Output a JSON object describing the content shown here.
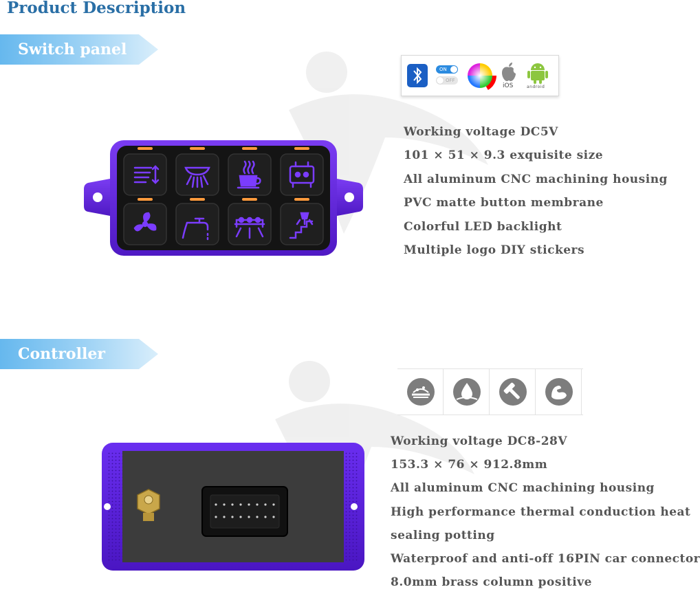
{
  "header": {
    "title": "Product Description"
  },
  "sections": [
    {
      "banner": "Switch panel",
      "specs": [
        "Working voltage DC5V",
        "101 × 51 × 9.3 exquisite size",
        "All aluminum CNC machining housing",
        "PVC matte button membrane",
        "Colorful LED backlight",
        "Multiple logo DIY stickers"
      ],
      "app_badges": {
        "toggle_on": "ON",
        "toggle_off": "OFF",
        "ios_label": "iOS",
        "android_label": "android"
      },
      "button_icons": [
        "lift-arrows-icon",
        "dome-light-icon",
        "coffee-cup-icon",
        "compressor-icon",
        "fan-icon",
        "faucet-icon",
        "light-bar-icon",
        "stair-light-icon"
      ]
    },
    {
      "banner": "Controller",
      "specs": [
        "Working voltage DC8-28V",
        "153.3 × 76 × 912.8mm",
        "All aluminum CNC machining housing",
        "High performance thermal conduction heat",
        "sealing potting",
        "Waterproof and anti-off 16PIN car connector",
        "8.0mm brass column positive"
      ],
      "feature_icons": [
        "dustproof-icon",
        "waterproof-icon",
        "hammer-icon",
        "durable-icon"
      ]
    }
  ],
  "colors": {
    "title": "#2a6fa6",
    "banner": "#66b8ee",
    "housing": "#5b1fd6",
    "backlight": "#7b3cff",
    "indicator": "#ff9a3c",
    "spec_text": "#555555"
  }
}
